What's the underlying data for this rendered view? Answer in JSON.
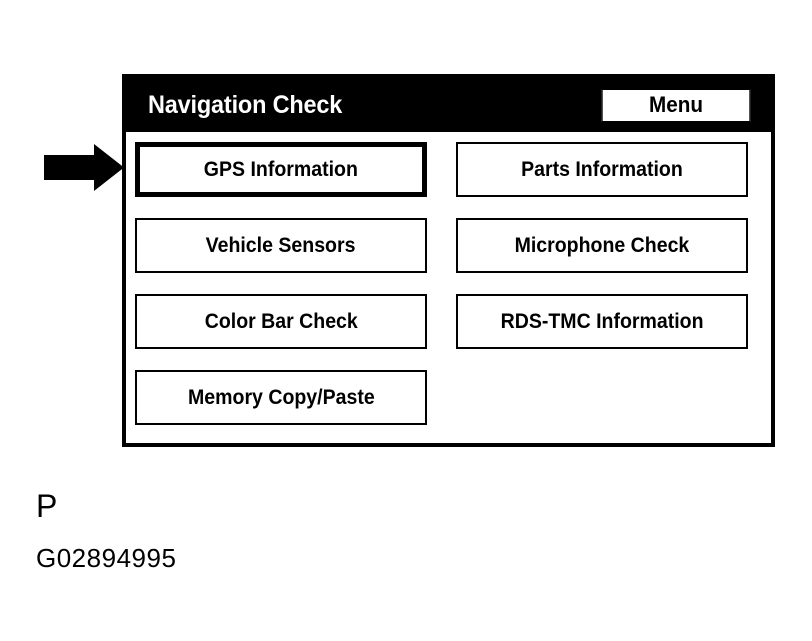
{
  "panel": {
    "header": {
      "title": "Navigation Check",
      "menu_label": "Menu"
    },
    "rows": [
      {
        "left": {
          "label": "GPS Information",
          "selected": true
        },
        "right": {
          "label": "Parts Information",
          "selected": false
        }
      },
      {
        "left": {
          "label": "Vehicle Sensors",
          "selected": false
        },
        "right": {
          "label": "Microphone Check",
          "selected": false
        }
      },
      {
        "left": {
          "label": "Color Bar Check",
          "selected": false
        },
        "right": {
          "label": "RDS-TMC Information",
          "selected": false
        }
      },
      {
        "left": {
          "label": "Memory Copy/Paste",
          "selected": false
        },
        "right": {
          "label": "",
          "selected": false
        }
      }
    ]
  },
  "annotation": {
    "arrow": "right-arrow-icon",
    "arrow_target": "GPS Information"
  },
  "caption": {
    "letter": "P",
    "figure_code": "G02894995"
  },
  "colors": {
    "background": "#ffffff",
    "ink": "#000000",
    "header_bg": "#000000",
    "header_text": "#ffffff"
  }
}
